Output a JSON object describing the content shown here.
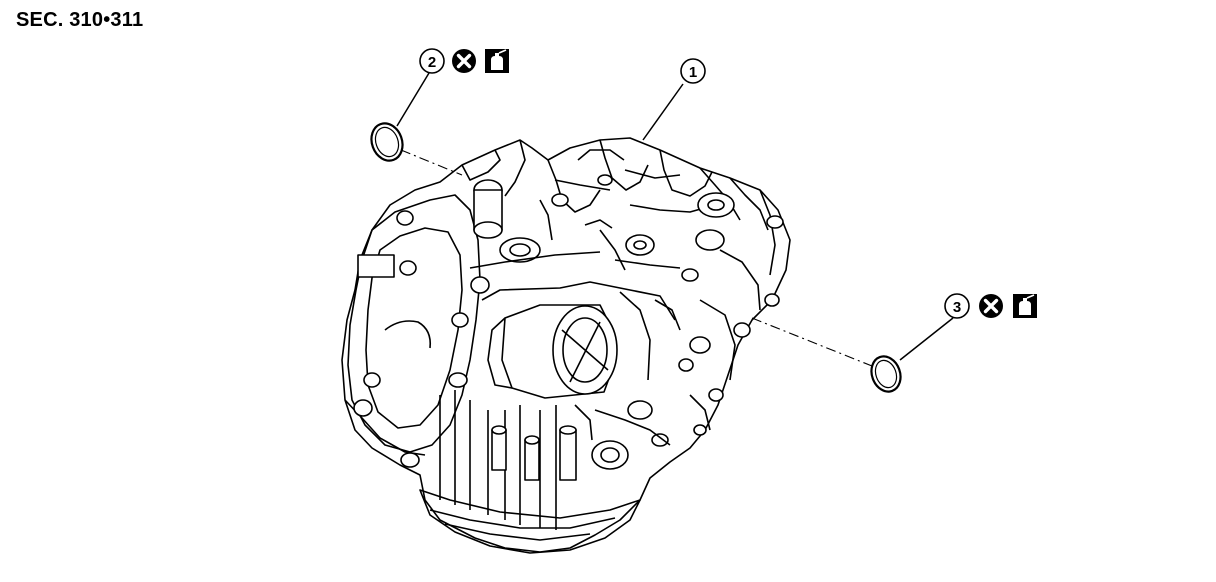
{
  "section_label": "SEC. 310•311",
  "callouts": [
    {
      "number": "1",
      "part": "transaxle-assembly"
    },
    {
      "number": "2",
      "part": "o-ring",
      "symbols": [
        "do-not-reuse-icon",
        "apply-fluid-icon"
      ]
    },
    {
      "number": "3",
      "part": "o-ring",
      "symbols": [
        "do-not-reuse-icon",
        "apply-fluid-icon"
      ]
    }
  ],
  "colors": {
    "line": "#000000",
    "background": "#ffffff"
  }
}
